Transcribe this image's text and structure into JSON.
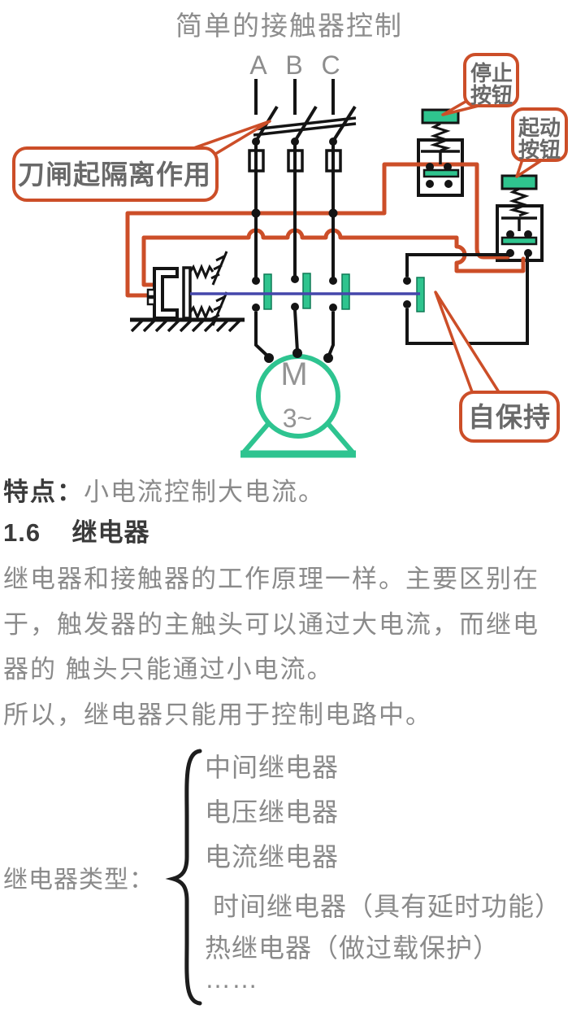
{
  "diagram": {
    "title": "简单的接触器控制",
    "phase_labels": [
      "A",
      "B",
      "C"
    ],
    "motor": {
      "letter": "M",
      "phases": "3~"
    },
    "callouts": {
      "knife": {
        "text": "刀闸起隔离作用"
      },
      "stop": {
        "lines": [
          "停止",
          "按钮"
        ]
      },
      "start": {
        "lines": [
          "起动",
          "按钮"
        ]
      },
      "selfhold": {
        "text": "自保持"
      }
    },
    "colors": {
      "orange": "#cc4e28",
      "green": "#2fc48e",
      "blue": "#4547ab",
      "gray": "#8d8d8d"
    }
  },
  "content": {
    "feature_label": "特点：",
    "feature_text": "小电流控制大电流。",
    "section_heading": "1.6    继电器",
    "paragraph_lines": [
      "继电器和接触器的工作原理一样。主要区别在",
      "于，触发器的主触头可以通过大电流，而继电",
      "器的 触头只能通过小电流。"
    ],
    "conclusion": "所以，继电器只能用于控制电路中。",
    "types_label": "继电器类型：",
    "relay_types": [
      "中间继电器",
      "电压继电器",
      "电流继电器",
      "时间继电器（具有延时功能）",
      "热继电器（做过载保护）",
      "……"
    ]
  }
}
